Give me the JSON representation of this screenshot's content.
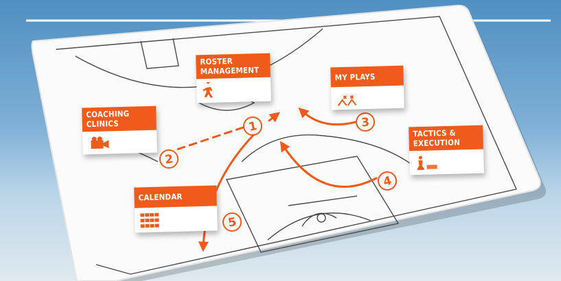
{
  "menu": {
    "roster": {
      "label": "ROSTER\nMANAGEMENT",
      "icon": "player-silhouette-icon"
    },
    "plays": {
      "label": "MY PLAYS",
      "icon": "play-diagram-icon"
    },
    "clinics": {
      "label": "COACHING\nCLINICS",
      "icon": "video-camera-icon"
    },
    "tactics": {
      "label": "TACTICS &\nEXECUTION",
      "icon": "chess-piece-icon"
    },
    "calendar": {
      "label": "CALENDAR",
      "icon": "calendar-grid-icon"
    }
  },
  "steps": [
    "1",
    "2",
    "3",
    "4",
    "5"
  ],
  "colors": {
    "accent": "#f05a1a",
    "board": "#ffffff",
    "court_lines": "#4a4a4a",
    "sky_top": "#4f8fc1"
  }
}
